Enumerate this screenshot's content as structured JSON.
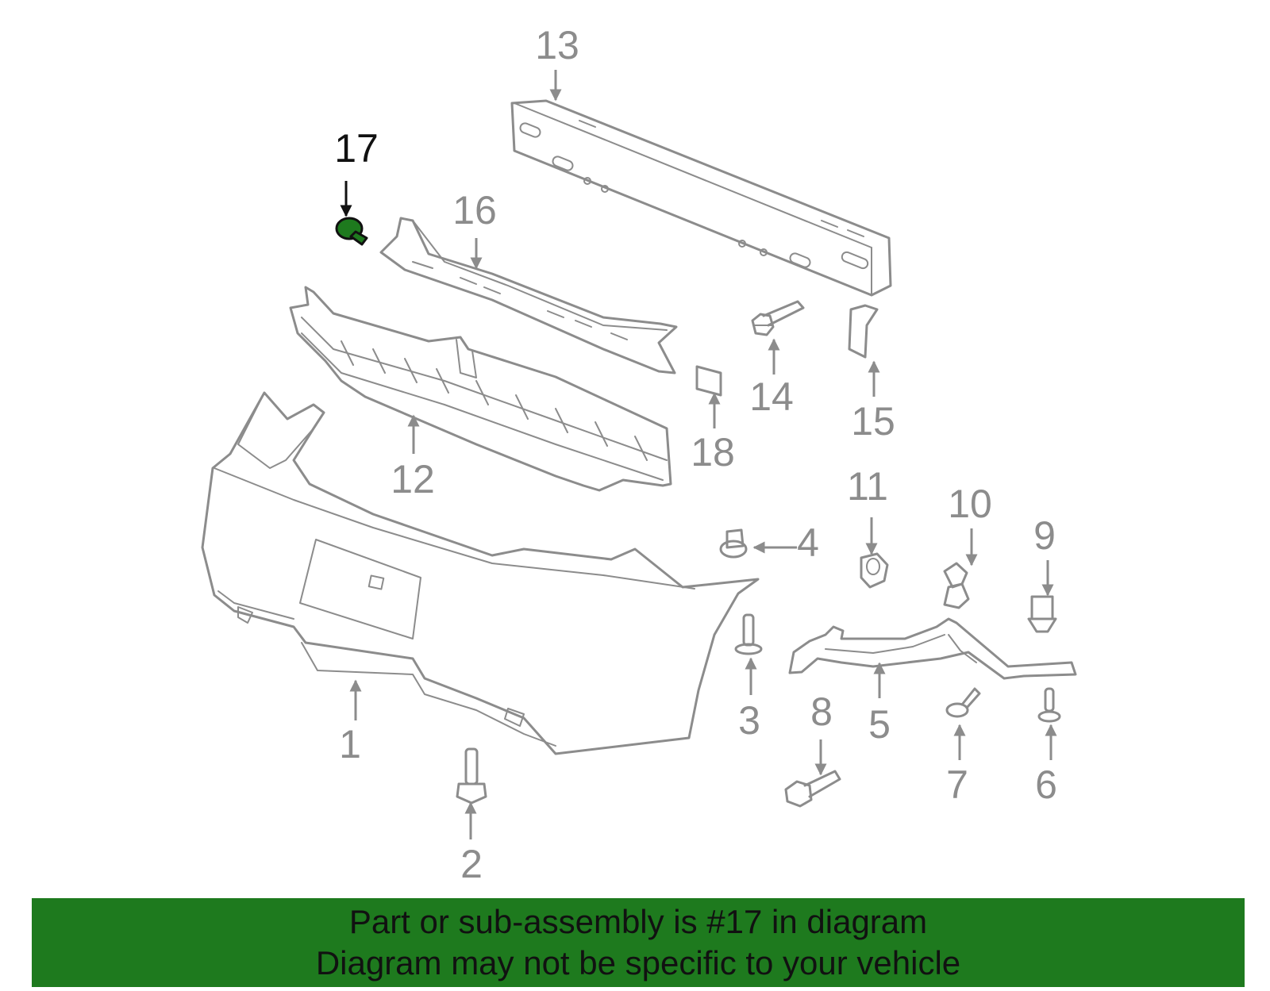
{
  "diagram": {
    "highlight_color": "#1e7a1e",
    "line_color": "#8c8c8c",
    "highlighted_part": "17",
    "callouts": {
      "c1": "1",
      "c2": "2",
      "c3": "3",
      "c4": "4",
      "c5": "5",
      "c6": "6",
      "c7": "7",
      "c8": "8",
      "c9": "9",
      "c10": "10",
      "c11": "11",
      "c12": "12",
      "c13": "13",
      "c14": "14",
      "c15": "15",
      "c16": "16",
      "c17": "17",
      "c18": "18"
    }
  },
  "banner": {
    "background": "#1e7a1e",
    "line1": "Part or sub-assembly is #17 in diagram",
    "line2": "Diagram may not be specific to your vehicle"
  }
}
